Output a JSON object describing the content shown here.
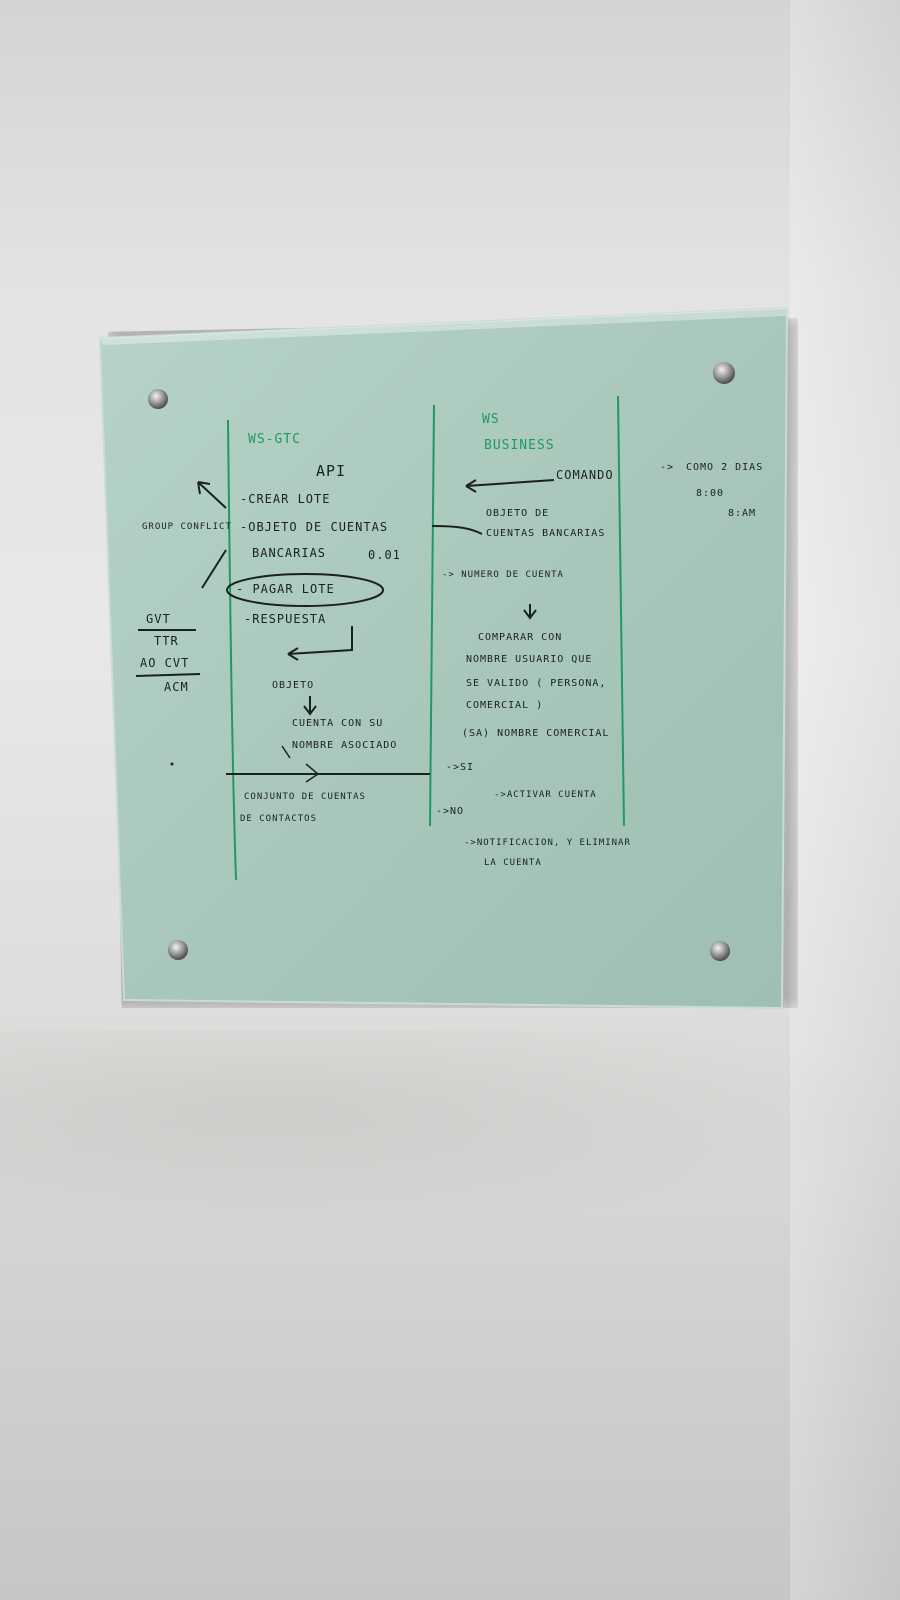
{
  "scene": {
    "subject": "glass whiteboard",
    "colors": {
      "wall": "#e3e3e1",
      "glass": "#a9c7bc",
      "green_marker": "#1f9a62",
      "black_marker": "#1b211f",
      "standoff": "#9a9a9a"
    }
  },
  "whiteboard": {
    "left_column_title": "WS-GTC",
    "right_column_title_line1": "WS",
    "right_column_title_line2": "BUSINESS",
    "api_title": "API",
    "api_items": [
      "-CREAR LOTE",
      "-OBJETO DE CUENTAS",
      "BANCARIAS",
      "- PAGAR LOTE",
      "-RESPUESTA"
    ],
    "version": "0.01",
    "side_note": "GROUP CONFLICT",
    "left_margin": {
      "line1": "GVT",
      "line2": "TTR",
      "line3": "AO CVT",
      "line4": "ACM"
    },
    "right_flow": {
      "command": "COMANDO",
      "schedule_note": "COMO 2 DIAS",
      "time1": "8:00",
      "time2": "8:AM",
      "object_line1": "OBJETO DE",
      "object_line2": "CUENTAS BANCARIAS",
      "account_numbers": "NUMERO DE CUENTA",
      "compare_line1": "COMPARAR CON",
      "compare_line2": "NOMBRE USUARIO QUE",
      "compare_line3": "SE VALIDO ( PERSONA,",
      "compare_line4": "COMERCIAL )",
      "company_type": "(SA) NOMBRE COMERCIAL",
      "yes_branch": "->SI",
      "activate_account": "->ACTIVAR CUENTA",
      "no_branch": "->NO",
      "notify_line1": "->NOTIFICACION, Y ELIMINAR",
      "notify_line2": "LA CUENTA"
    },
    "left_flow": {
      "object": "OBJETO",
      "account_line1": "CUENTA CON SU",
      "account_line2": "NOMBRE ASOCIADO",
      "grouping_line1": "CONJUNTO DE CUENTAS",
      "grouping_line2": "DE CONTACTOS"
    }
  }
}
